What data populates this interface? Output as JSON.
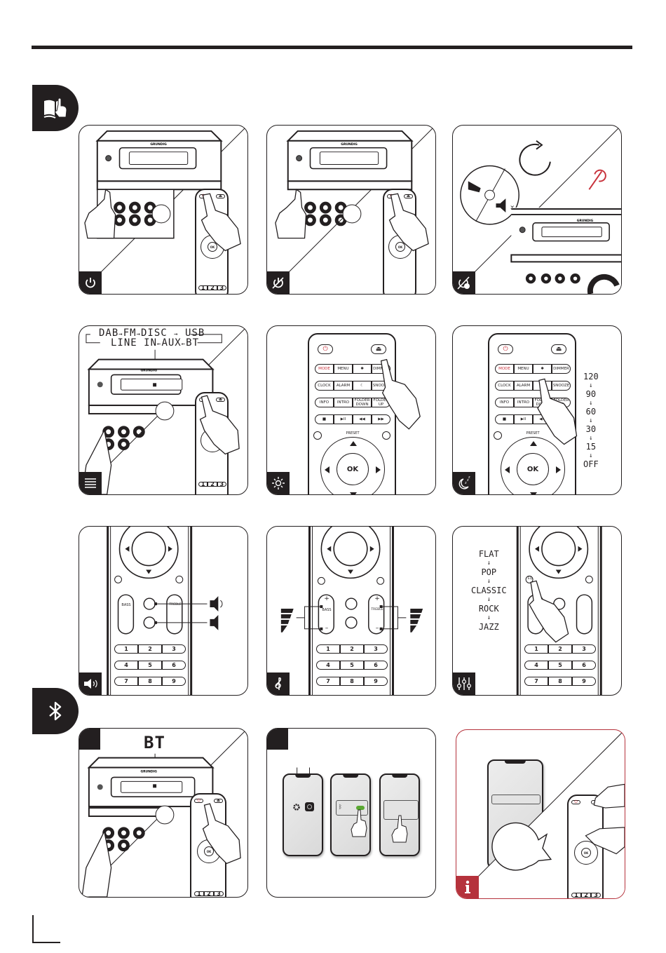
{
  "page": {
    "sections": [
      {
        "id": "basic-operation",
        "icon": "book-hand-icon"
      },
      {
        "id": "bluetooth",
        "icon": "bluetooth-icon"
      }
    ]
  },
  "panels": [
    {
      "id": "power",
      "icon": "power-icon",
      "device_brand": "GRUNDIG"
    },
    {
      "id": "standby",
      "icon": "standby-hand-icon",
      "device_brand": "GRUNDIG"
    },
    {
      "id": "auto-standby",
      "icon": "auto-standby-icon",
      "device_brand": "GRUNDIG",
      "status_icon_color": "#c8323c"
    },
    {
      "id": "source-mode",
      "icon": "list-icon",
      "device_brand": "GRUNDIG",
      "sequence_top": [
        "DAB",
        "FM",
        "DISC",
        "USB"
      ],
      "sequence_bottom": [
        "LINE IN",
        "AUX",
        "BT"
      ]
    },
    {
      "id": "dimmer",
      "icon": "brightness-icon"
    },
    {
      "id": "sleep-timer",
      "icon": "sleep-icon",
      "sleep_values": [
        "120",
        "90",
        "60",
        "30",
        "15",
        "OFF"
      ]
    },
    {
      "id": "volume",
      "icon": "volume-icon"
    },
    {
      "id": "bass-treble",
      "icon": "treble-clef-icon"
    },
    {
      "id": "equalizer",
      "icon": "equalizer-icon",
      "eq_presets": [
        "FLAT",
        "POP",
        "CLASSIC",
        "ROCK",
        "JAZZ"
      ]
    },
    {
      "id": "bt-mode",
      "display_text": "BT",
      "device_brand": "GRUNDIG"
    },
    {
      "id": "bt-pairing"
    },
    {
      "id": "bt-info",
      "icon": "info-icon",
      "accent": "#b5323c"
    }
  ],
  "remote": {
    "power": "⏻",
    "eject": "⏏",
    "row1": [
      "MODE",
      "MENU",
      "✱",
      "DIMMER"
    ],
    "row2": [
      "CLOCK",
      "ALARM",
      "☾",
      "SNOOZE"
    ],
    "row3": [
      "INFO",
      "INTRO",
      "FOLDER DOWN",
      "FOLDER UP"
    ],
    "row4": [
      "■",
      "▶II",
      "◀◀",
      "▶▶"
    ],
    "preset": "PRESET",
    "ok": "OK",
    "eq": "EQ",
    "bass": "BASS",
    "treble": "TREBLE",
    "plus": "+",
    "minus": "–",
    "numbers": [
      [
        "1",
        "2",
        "3"
      ],
      [
        "4",
        "5",
        "6"
      ],
      [
        "7",
        "8",
        "9"
      ]
    ]
  },
  "arrows": {
    "right": "→",
    "left": "←",
    "down": "↓"
  }
}
